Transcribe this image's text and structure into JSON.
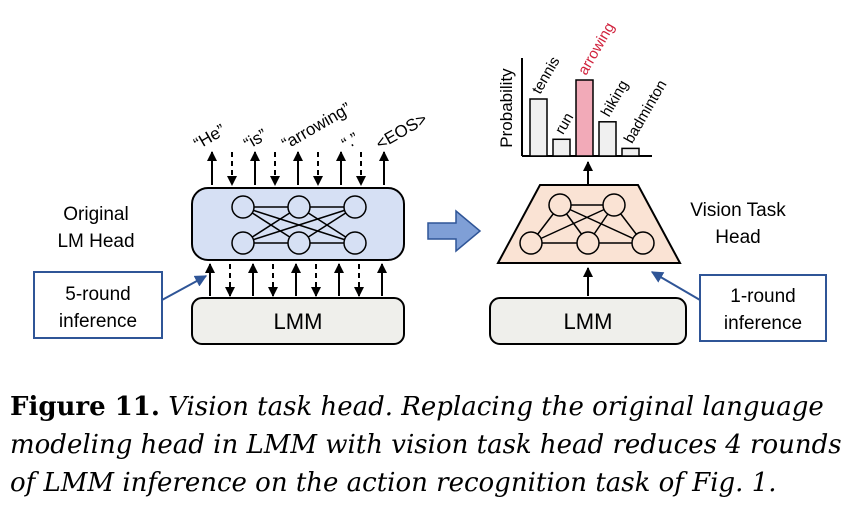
{
  "left": {
    "token_labels": [
      "“He”",
      "“is”",
      "“arrowing”",
      "“.”",
      "<EOS>"
    ],
    "head_label_line1": "Original",
    "head_label_line2": "LM Head",
    "callout_line1": "5-round",
    "callout_line2": "inference",
    "lmm_label": "LMM"
  },
  "right": {
    "head_label_line1": "Vision Task",
    "head_label_line2": "Head",
    "callout_line1": "1-round",
    "callout_line2": "inference",
    "lmm_label": "LMM"
  },
  "chart_data": {
    "type": "bar",
    "ylabel": "Probability",
    "categories": [
      "tennis",
      "run",
      "arrowing",
      "hiking",
      "badminton"
    ],
    "values": [
      0.75,
      0.22,
      1.0,
      0.45,
      0.1
    ],
    "highlight": "arrowing",
    "colors": {
      "bar": "#f0f0f0",
      "highlight": "#f2aab8",
      "highlight_text": "#d0213c"
    }
  },
  "colors": {
    "lm_head_fill": "#d6e0f4",
    "vision_head_fill": "#fae3d4",
    "lmm_fill": "#efefeb",
    "callout_border": "#2f5597",
    "arrow_fill": "#7f9fd6"
  },
  "caption": {
    "label": "Figure 11.",
    "text": "Vision task head. Replacing the original language modeling head in LMM with vision task head reduces 4 rounds of LMM inference on the action recognition task of Fig. 1."
  }
}
